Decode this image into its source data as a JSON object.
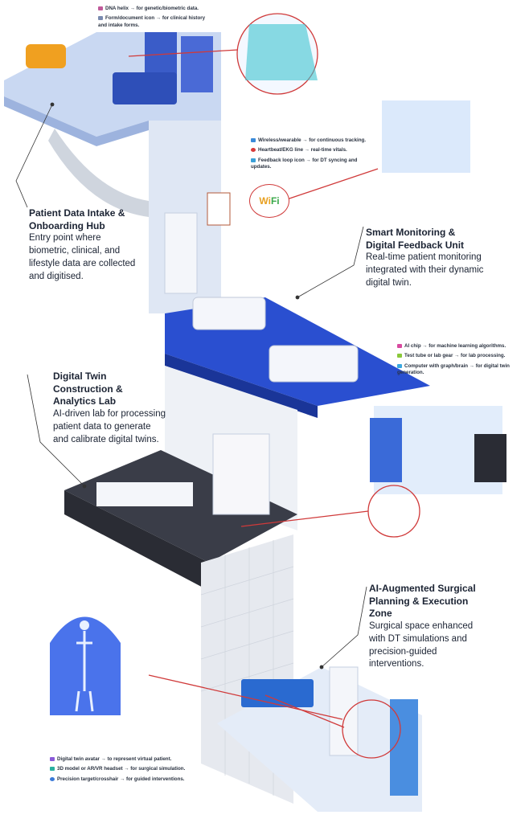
{
  "top_notes": [
    {
      "icon": "dna-icon",
      "text": "DNA helix → for genetic/biometric data."
    },
    {
      "icon": "document-icon",
      "text": "Form/document icon → for clinical history and intake forms."
    }
  ],
  "monitor_notes": [
    {
      "icon": "wireless-icon",
      "text": "Wireless/wearable → for continuous tracking."
    },
    {
      "icon": "heartbeat-icon",
      "text": "Heartbeat/EKG line → real-time vitals."
    },
    {
      "icon": "feedback-loop-icon",
      "text": "Feedback loop icon → for DT syncing and updates."
    }
  ],
  "lab_notes": [
    {
      "icon": "ai-chip-icon",
      "text": "AI chip → for machine learning algorithms."
    },
    {
      "icon": "test-tube-icon",
      "text": "Test tube or lab gear → for lab processing."
    },
    {
      "icon": "computer-brain-icon",
      "text": "Computer with graph/brain → for digital twin generation."
    }
  ],
  "surgical_notes": [
    {
      "icon": "avatar-icon",
      "text": "Digital twin avatar → to represent virtual patient."
    },
    {
      "icon": "headset-icon",
      "text": "3D model or AR/VR headset → for surgical simulation."
    },
    {
      "icon": "crosshair-icon",
      "text": "Precision target/crosshair → for guided interventions."
    }
  ],
  "wifi_badge": {
    "part1": "Wi",
    "part2": "Fi"
  },
  "sections": {
    "intake": {
      "title": "Patient Data Intake & Onboarding Hub",
      "desc": "Entry point where biometric, clinical, and lifestyle data are collected and digitised."
    },
    "monitoring": {
      "title": "Smart Monitoring & Digital Feedback Unit",
      "desc": "Real-time patient monitoring integrated with their dynamic digital twin."
    },
    "lab": {
      "title": "Digital Twin Construction & Analytics Lab",
      "desc": "AI-driven lab for processing patient data to generate and calibrate digital twins."
    },
    "surgical": {
      "title": "AI-Augmented Surgical Planning & Execution Zone",
      "desc": "Surgical space enhanced with DT simulations and precision-guided interventions."
    }
  },
  "colors": {
    "accent": "#2a4fd0",
    "callout": "#d03a3a",
    "floor_light": "#c9d8f2",
    "floor_dark": "#3a3d48"
  }
}
